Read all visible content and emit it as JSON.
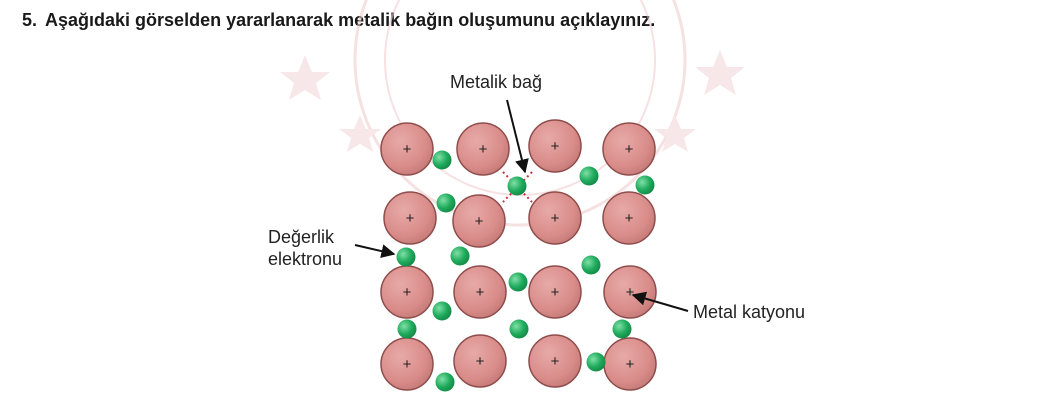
{
  "question": {
    "number": "5.",
    "text": "Aşağıdaki görselden yararlanarak metalik bağın oluşumunu açıklayınız."
  },
  "labels": {
    "metallic_bond": "Metalik bağ",
    "valence_electron_line1": "Değerlik",
    "valence_electron_line2": "elektronu",
    "metal_cation": "Metal katyonu"
  },
  "cation_symbol": "+",
  "colors": {
    "cation_fill": "#d98c8a",
    "cation_stroke": "#8e4d4b",
    "electron_fill": "#1faa5c",
    "electron_highlight": "#7ee0a6",
    "bond_line": "#d0303a",
    "watermark": "#f0c9cc"
  }
}
